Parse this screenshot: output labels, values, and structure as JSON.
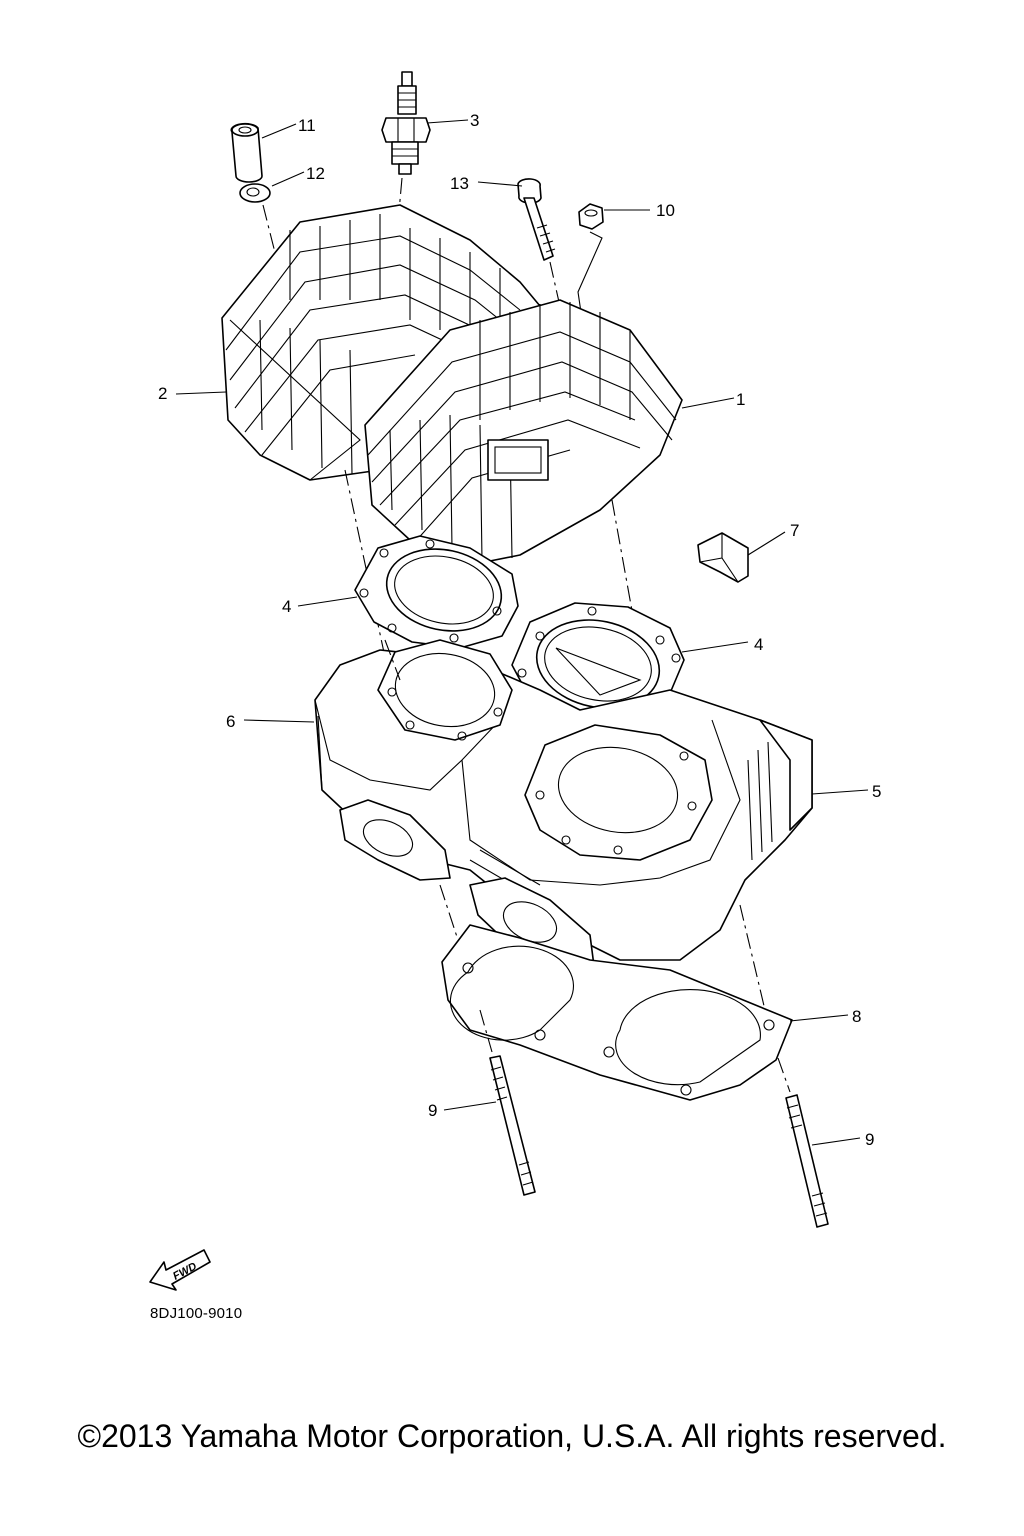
{
  "diagram": {
    "callouts": [
      {
        "id": "1",
        "label": "1"
      },
      {
        "id": "2",
        "label": "2"
      },
      {
        "id": "3",
        "label": "3"
      },
      {
        "id": "4a",
        "label": "4"
      },
      {
        "id": "4b",
        "label": "4"
      },
      {
        "id": "5",
        "label": "5"
      },
      {
        "id": "6",
        "label": "6"
      },
      {
        "id": "7",
        "label": "7"
      },
      {
        "id": "8",
        "label": "8"
      },
      {
        "id": "9a",
        "label": "9"
      },
      {
        "id": "9b",
        "label": "9"
      },
      {
        "id": "10",
        "label": "10"
      },
      {
        "id": "11",
        "label": "11"
      },
      {
        "id": "12",
        "label": "12"
      },
      {
        "id": "13",
        "label": "13"
      }
    ],
    "fwd_arrow_label": "FWD",
    "diagram_code": "8DJ100-9010"
  },
  "footer": {
    "copyright": "©2013 Yamaha Motor Corporation, U.S.A. All rights reserved."
  }
}
